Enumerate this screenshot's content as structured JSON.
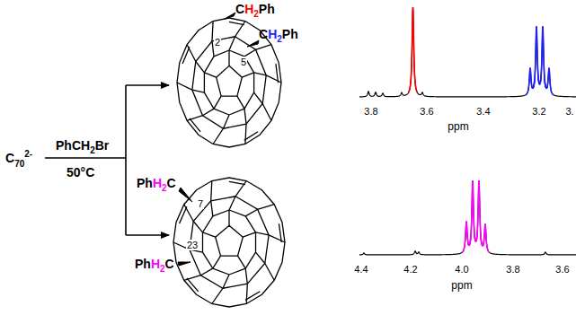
{
  "diagram": {
    "labels": [
      "C",
      "70",
      "2-",
      "PhCH",
      "2",
      "Br",
      "50°C",
      "C",
      "H",
      "2",
      "Ph",
      "2",
      "5",
      "C",
      "H",
      "2",
      "Ph",
      "3.8",
      "3.6",
      "3.4",
      "3.2",
      "3.",
      "ppm",
      "Ph",
      "H",
      "2",
      "C",
      "7",
      "23",
      "Ph",
      "H",
      "2",
      "C",
      "4.4",
      "4.2",
      "4.0",
      "3.8",
      "3.6",
      "ppm"
    ]
  }
}
